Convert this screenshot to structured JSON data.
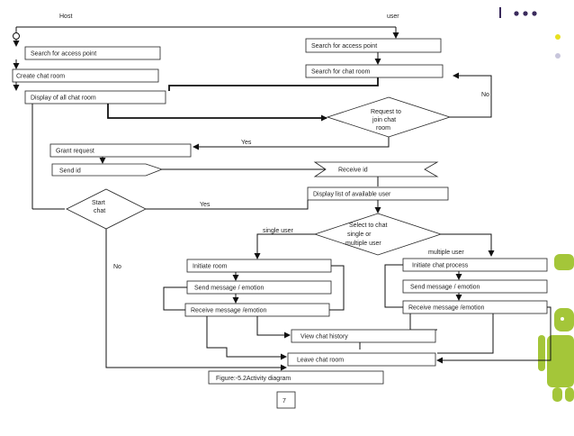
{
  "swimlanes": {
    "host": "Host",
    "user": "user"
  },
  "host": {
    "search_access_point": "Search for access point",
    "create_chat_room": "Create chat room",
    "display_all_chat_room": "Display of all chat room",
    "grant_request": "Grant request",
    "send_id": "Send id",
    "start_chat_line1": "Start",
    "start_chat_line2": "chat"
  },
  "user": {
    "search_access_point": "Search for access point",
    "search_chat_room": "Search for chat room",
    "request_line1": "Request to",
    "request_line2": "join chat",
    "request_line3": "room",
    "receive_id": "Receive id",
    "display_available_user": "Display list of available user",
    "select_line1": "Select to chat",
    "select_line2": "single or",
    "select_line3": "multiple user"
  },
  "single": {
    "initiate_room": "Initiate room",
    "send_message": "Send message / emotion",
    "receive_message": "Receive message /emotion"
  },
  "multiple": {
    "initiate_process": "Initiate chat process",
    "send_message": "Send message / emotion",
    "receive_message": "Receive message /emotion"
  },
  "shared": {
    "view_chat_history": "View chat history",
    "leave_chat_room": "Leave chat room"
  },
  "edge_labels": {
    "yes_request": "Yes",
    "no_request": "No",
    "yes_start": "Yes",
    "no_start": "No",
    "single_user": "single user",
    "multiple_user": "multiple user"
  },
  "caption": "Figure:-5.2Activity diagram",
  "page_number": "7",
  "colors": {
    "dot_dark": "#3a2a5c",
    "dot_light": "#c8c6dc",
    "dot_yellow": "#e8e01e",
    "android_green": "#a4c639"
  }
}
